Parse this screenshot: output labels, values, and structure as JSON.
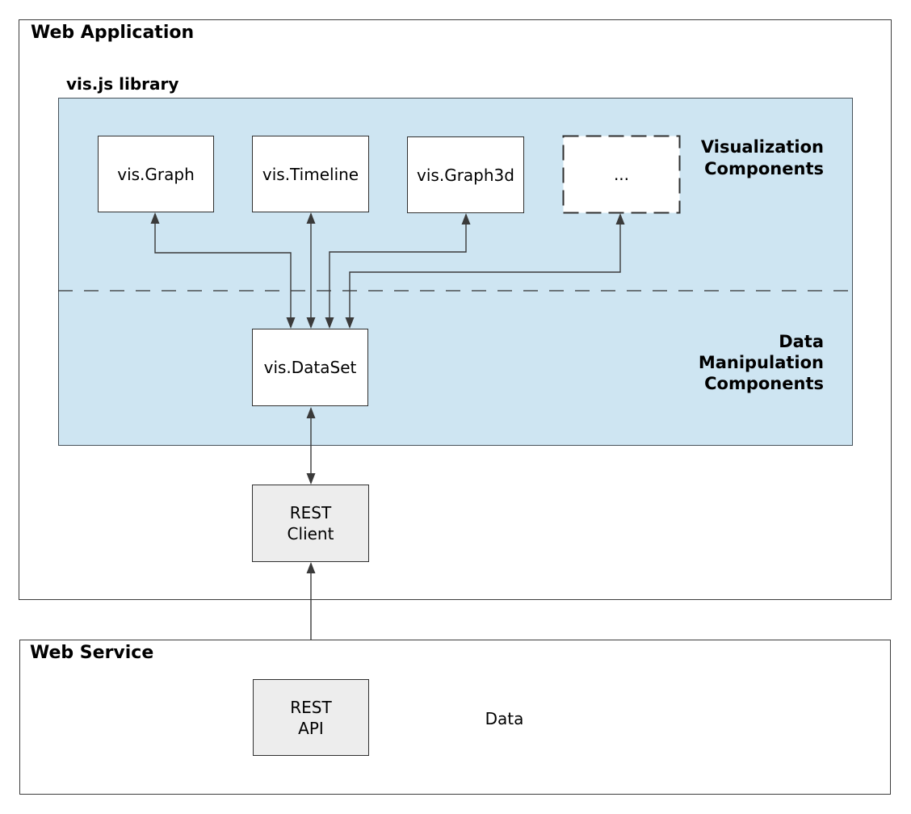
{
  "diagram": {
    "web_application": {
      "title": "Web Application",
      "library": {
        "title": "vis.js library",
        "visualization_label": "Visualization\nComponents",
        "data_manipulation_label": "Data\nManipulation\nComponents",
        "components": [
          {
            "label": "vis.Graph"
          },
          {
            "label": "vis.Timeline"
          },
          {
            "label": "vis.Graph3d"
          },
          {
            "label": "..."
          }
        ],
        "dataset": {
          "label": "vis.DataSet"
        }
      },
      "rest_client": {
        "label": "REST\nClient"
      }
    },
    "web_service": {
      "title": "Web Service",
      "rest_api": {
        "label": "REST\nAPI"
      },
      "data_store": {
        "label": "Data"
      }
    }
  },
  "colors": {
    "library_fill": "#cee5f2",
    "component_fill": "#ffffff",
    "service_fill": "#ededed",
    "connector": "#3a3a3a",
    "border": "#2f2f2f",
    "text": "#000000"
  }
}
